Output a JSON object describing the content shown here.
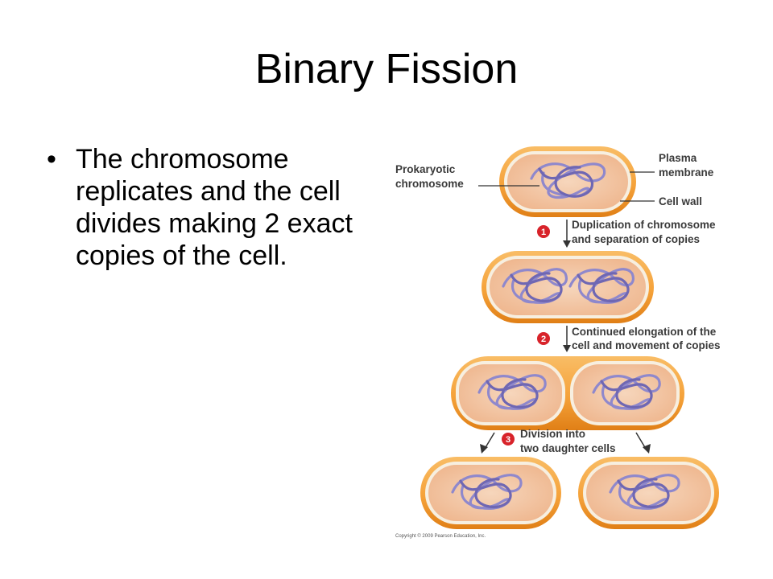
{
  "slide": {
    "title": "Binary Fission",
    "bullet": "The chromosome replicates and the cell divides making 2 exact copies of the cell."
  },
  "diagram": {
    "labels": {
      "prokaryotic": "Prokaryotic",
      "chromosome": "chromosome",
      "plasma": "Plasma",
      "membrane": "membrane",
      "cell_wall": "Cell wall"
    },
    "steps": [
      {
        "number": "1",
        "line1": "Duplication of chromosome",
        "line2": "and separation of copies"
      },
      {
        "number": "2",
        "line1": "Continued elongation of the",
        "line2": "cell and movement of copies"
      },
      {
        "number": "3",
        "line1": "Division into",
        "line2": "two daughter cells"
      }
    ],
    "copyright": "Copyright © 2009 Pearson Education, Inc."
  },
  "colors": {
    "cell_wall": "#f5a23a",
    "cell_wall_dark": "#e48a1e",
    "plasma_membrane": "#f7efe0",
    "cytoplasm": "#f2c6a4",
    "chromosome": "#8f88cc",
    "chromosome_dark": "#6f67b3",
    "step_marker": "#d8232a"
  }
}
